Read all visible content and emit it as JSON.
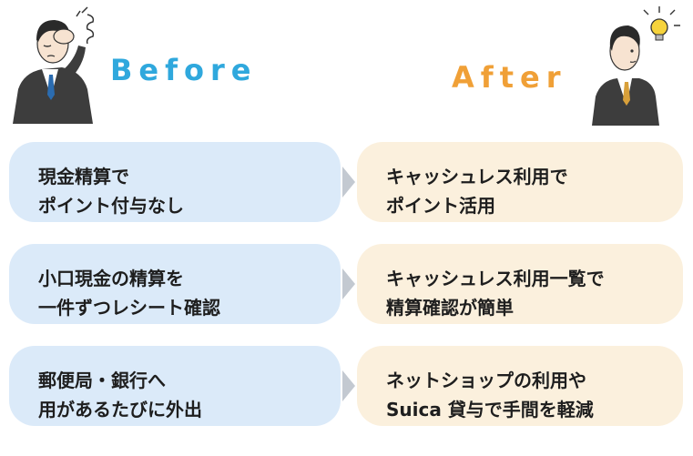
{
  "before": {
    "title": "Before",
    "items": [
      {
        "line1": "現金精算で",
        "line2": "ポイント付与なし"
      },
      {
        "line1": "小口現金の精算を",
        "line2": "一件ずつレシート確認"
      },
      {
        "line1": "郵便局・銀行へ",
        "line2": "用があるたびに外出"
      }
    ]
  },
  "after": {
    "title": "After",
    "items": [
      {
        "line1": "キャッシュレス利用で",
        "line2": "ポイント活用"
      },
      {
        "line1": "キャッシュレス利用一覧で",
        "line2": "精算確認が簡単"
      },
      {
        "line1": "ネットショップの利用や",
        "line2": "Suica 貸与で手間を軽減"
      }
    ]
  },
  "colors": {
    "before_accent": "#2fa8dd",
    "after_accent": "#f0a037",
    "before_box": "#dbeaf9",
    "after_box": "#fbf0dd"
  },
  "icons": [
    "worried-businessman-icon",
    "inspired-businessman-icon",
    "chevron-right-icon"
  ]
}
